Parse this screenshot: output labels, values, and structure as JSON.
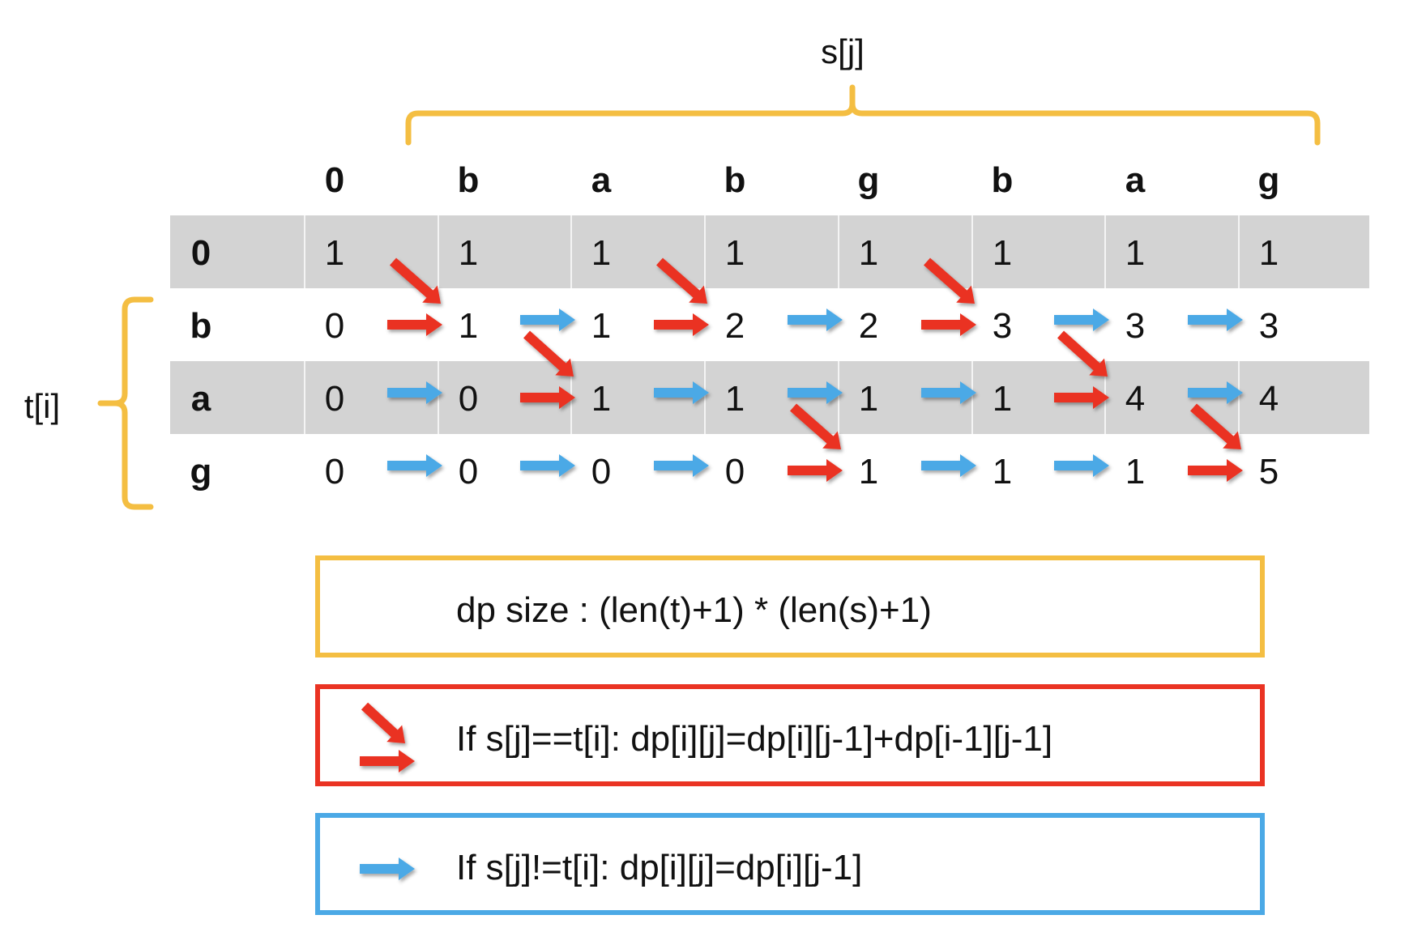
{
  "column_axis_label": "s[j]",
  "row_axis_label": "t[i]",
  "column_headers": [
    "0",
    "b",
    "a",
    "b",
    "g",
    "b",
    "a",
    "g"
  ],
  "row_headers": [
    "0",
    "b",
    "a",
    "g"
  ],
  "dp_values": [
    [
      "1",
      "1",
      "1",
      "1",
      "1",
      "1",
      "1",
      "1"
    ],
    [
      "0",
      "1",
      "1",
      "2",
      "2",
      "3",
      "3",
      "3"
    ],
    [
      "0",
      "0",
      "1",
      "1",
      "1",
      "1",
      "4",
      "4"
    ],
    [
      "0",
      "0",
      "0",
      "0",
      "1",
      "1",
      "1",
      "5"
    ]
  ],
  "transitions": [
    [
      "",
      "",
      "",
      "",
      "",
      "",
      "",
      ""
    ],
    [
      "",
      "match",
      "mismatch",
      "match",
      "mismatch",
      "match",
      "mismatch",
      "mismatch"
    ],
    [
      "",
      "mismatch",
      "match",
      "mismatch",
      "mismatch",
      "mismatch",
      "match",
      "mismatch"
    ],
    [
      "",
      "mismatch",
      "mismatch",
      "mismatch",
      "match",
      "mismatch",
      "mismatch",
      "match"
    ]
  ],
  "legend": {
    "size_text": "dp size : (len(t)+1) * (len(s)+1)",
    "match_text": "If s[j]==t[i]: dp[i][j]=dp[i][j-1]+dp[i-1][j-1]",
    "mismatch_text": "If s[j]!=t[i]: dp[i][j]=dp[i][j-1]"
  },
  "colors": {
    "bracket": "#F4BE42",
    "match_arrow": "#EA3323",
    "mismatch_arrow": "#4BA9E6",
    "shaded_row": "#D3D3D3",
    "size_box_border": "#F4BE42",
    "match_box_border": "#EA3323",
    "mismatch_box_border": "#4BA9E6"
  }
}
